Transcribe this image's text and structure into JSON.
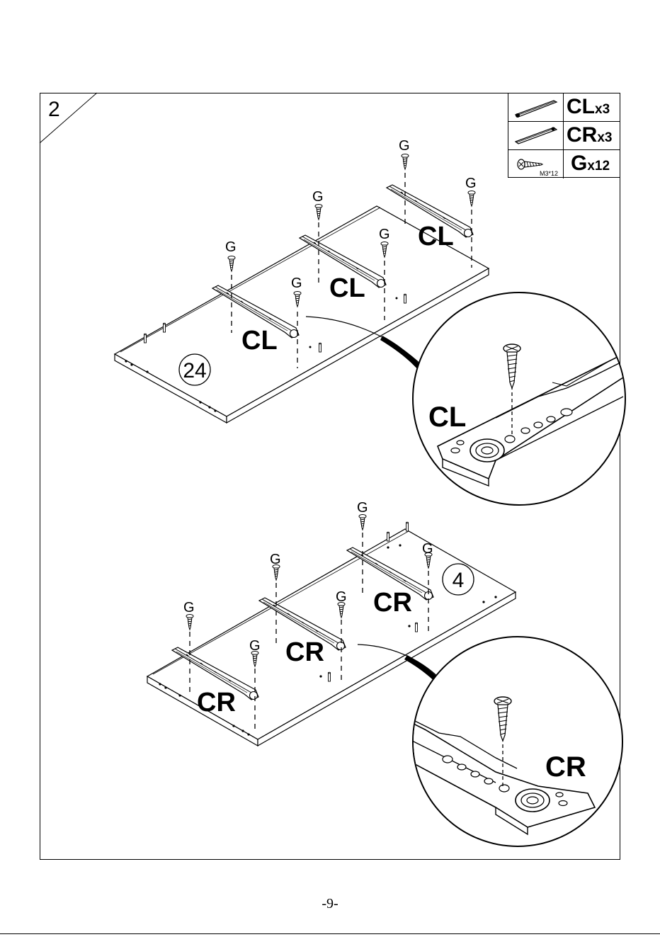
{
  "step": {
    "number": "2"
  },
  "parts": [
    {
      "code": "CL",
      "quantity": "x3",
      "size": ""
    },
    {
      "code": "CR",
      "quantity": "x3",
      "size": ""
    },
    {
      "code": "G",
      "quantity": "x12",
      "size": "M3*12"
    }
  ],
  "panels": {
    "top": {
      "part_number": "24",
      "runner_label": "CL",
      "screw_label": "G"
    },
    "bottom": {
      "part_number": "4",
      "runner_label": "CR",
      "screw_label": "G"
    }
  },
  "details": {
    "top": {
      "label": "CL"
    },
    "bottom": {
      "label": "CR"
    }
  },
  "footer": {
    "page_number": "-9-"
  },
  "colors": {
    "ink": "#000000",
    "paper": "#ffffff"
  },
  "icons": [
    "runner-left-icon",
    "runner-right-icon",
    "screw-icon"
  ]
}
